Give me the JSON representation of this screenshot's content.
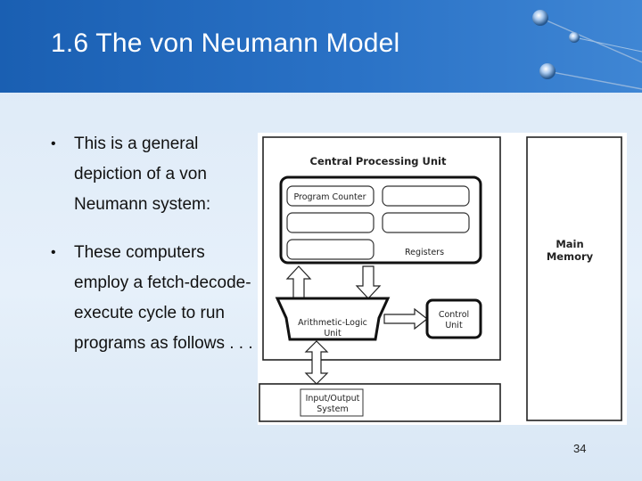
{
  "slide": {
    "title": "1.6 The von Neumann Model",
    "page_number": "34"
  },
  "bullets": [
    {
      "text": "This is a general depiction of a von Neumann system:"
    },
    {
      "text": "These computers employ a fetch-decode-execute cycle to run programs as follows . . ."
    }
  ],
  "diagram": {
    "cpu_label": "Central Processing Unit",
    "program_counter_label": "Program Counter",
    "registers_label": "Registers",
    "alu_label_line1": "Arithmetic-Logic",
    "alu_label_line2": "Unit",
    "control_unit_line1": "Control",
    "control_unit_line2": "Unit",
    "memory_line1": "Main",
    "memory_line2": "Memory",
    "io_line1": "Input/Output",
    "io_line2": "System"
  }
}
